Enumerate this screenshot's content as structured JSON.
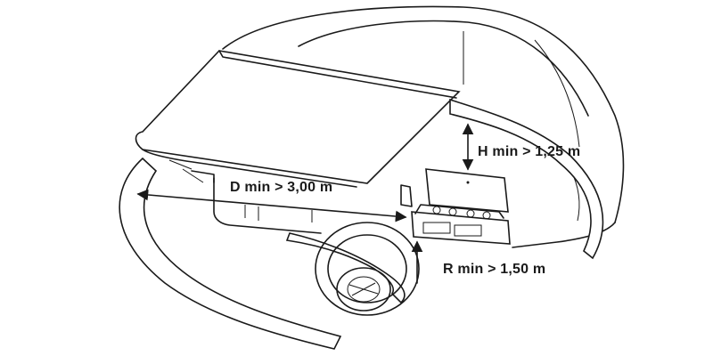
{
  "diagram": {
    "labels": {
      "height": "H min > 1,25 m",
      "distance": "D min > 3,00 m",
      "radius": "R min > 1,50 m"
    },
    "colors": {
      "line": "#1a1a1a",
      "background": "#ffffff"
    }
  }
}
